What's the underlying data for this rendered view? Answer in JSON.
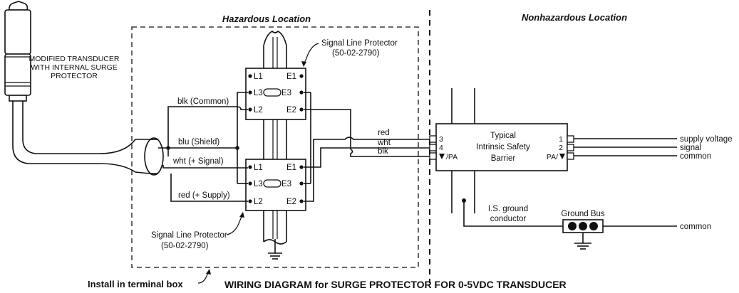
{
  "title": "WIRING DIAGRAM for SURGE PROTECTOR FOR 0-5VDC TRANSDUCER",
  "zones": {
    "hazardous": "Hazardous Location",
    "nonhazardous": "Nonhazardous Location"
  },
  "transducer": {
    "line1": "MODIFIED TRANSDUCER",
    "line2": "WITH INTERNAL SURGE",
    "line3": "PROTECTOR"
  },
  "protector_top": {
    "name": "Signal Line Protector",
    "part": "(50-02-2790)",
    "terminals": {
      "l1": "L1",
      "e1": "E1",
      "l3": "L3",
      "e3": "E3",
      "l2": "L2",
      "e2": "E2"
    }
  },
  "protector_bottom": {
    "name": "Signal Line Protector",
    "part": "(50-02-2790)",
    "terminals": {
      "l1": "L1",
      "e1": "E1",
      "l3": "L3",
      "e3": "E3",
      "l2": "L2",
      "e2": "E2"
    }
  },
  "wires_left": {
    "common": "blk (Common)",
    "shield": "blu (Shield)",
    "signal": "wht (+ Signal)",
    "supply": "red (+ Supply)"
  },
  "wires_mid": {
    "red": "red",
    "wht": "wht",
    "blk": "blk"
  },
  "barrier": {
    "line1": "Typical",
    "line2": "Intrinsic Safety",
    "line3": "Barrier",
    "in_terminals": [
      "3",
      "4",
      "/PA"
    ],
    "out_terminals": [
      "1",
      "2",
      "PA/"
    ]
  },
  "outputs": [
    "supply voltage",
    "signal",
    "common"
  ],
  "ground": {
    "conductor_line1": "I.S. ground",
    "conductor_line2": "conductor",
    "bus": "Ground Bus",
    "common": "common"
  },
  "install_note": "Install in terminal box"
}
